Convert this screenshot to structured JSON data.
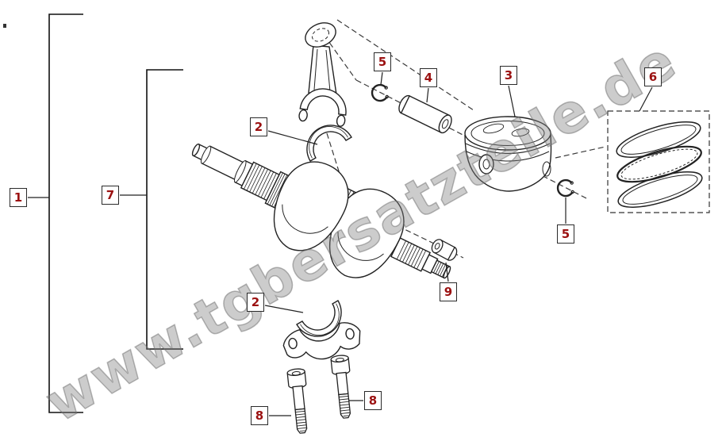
{
  "watermark": {
    "text": "www.tgbersatzteile.de"
  },
  "callouts": {
    "c1": "1",
    "c2a": "2",
    "c2b": "2",
    "c3": "3",
    "c4": "4",
    "c5a": "5",
    "c5b": "5",
    "c6": "6",
    "c7": "7",
    "c8a": "8",
    "c8b": "8",
    "c9": "9"
  },
  "colors": {
    "callout_number": "#9b1111",
    "callout_border": "#2a2a2a",
    "line_art": "#222222",
    "watermark_gray": "#808080",
    "background": "#ffffff"
  }
}
